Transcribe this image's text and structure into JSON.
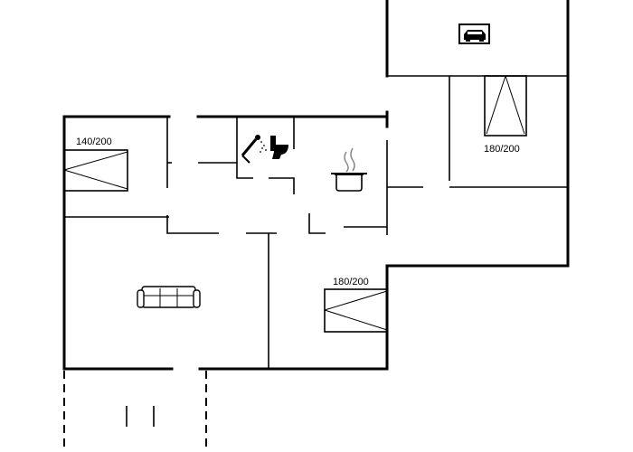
{
  "beds": [
    {
      "label": "140/200"
    },
    {
      "label": "180/200"
    },
    {
      "label": "180/200"
    }
  ],
  "icons": {
    "bathroom": [
      "shower-icon",
      "toilet-icon"
    ],
    "kitchen": "cooking-pot-icon",
    "living": "sofa-icon",
    "garage": "car-icon"
  },
  "colors": {
    "walls": "#000000",
    "background": "#ffffff"
  }
}
